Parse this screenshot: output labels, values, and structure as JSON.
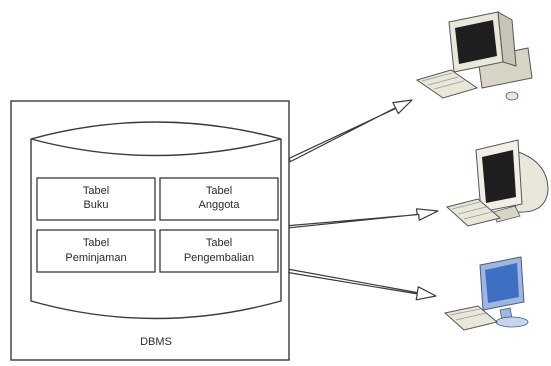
{
  "dbms": {
    "label": "DBMS",
    "tables": [
      {
        "line1": "Tabel",
        "line2": "Buku"
      },
      {
        "line1": "Tabel",
        "line2": "Anggota"
      },
      {
        "line1": "Tabel",
        "line2": "Peminjaman"
      },
      {
        "line1": "Tabel",
        "line2": "Pengembalian"
      }
    ]
  },
  "clients": [
    {
      "icon": "desktop-computer-icon"
    },
    {
      "icon": "crt-monitor-computer-icon"
    },
    {
      "icon": "lcd-monitor-computer-icon"
    }
  ],
  "colors": {
    "line": "#3a3a3a",
    "arrow_fill": "#ffffff",
    "computer_beige": "#e9e6da",
    "screen_dark": "#1e1e1e",
    "screen_blue": "#3f6fc3",
    "monitor_blue": "#9fb6df"
  }
}
